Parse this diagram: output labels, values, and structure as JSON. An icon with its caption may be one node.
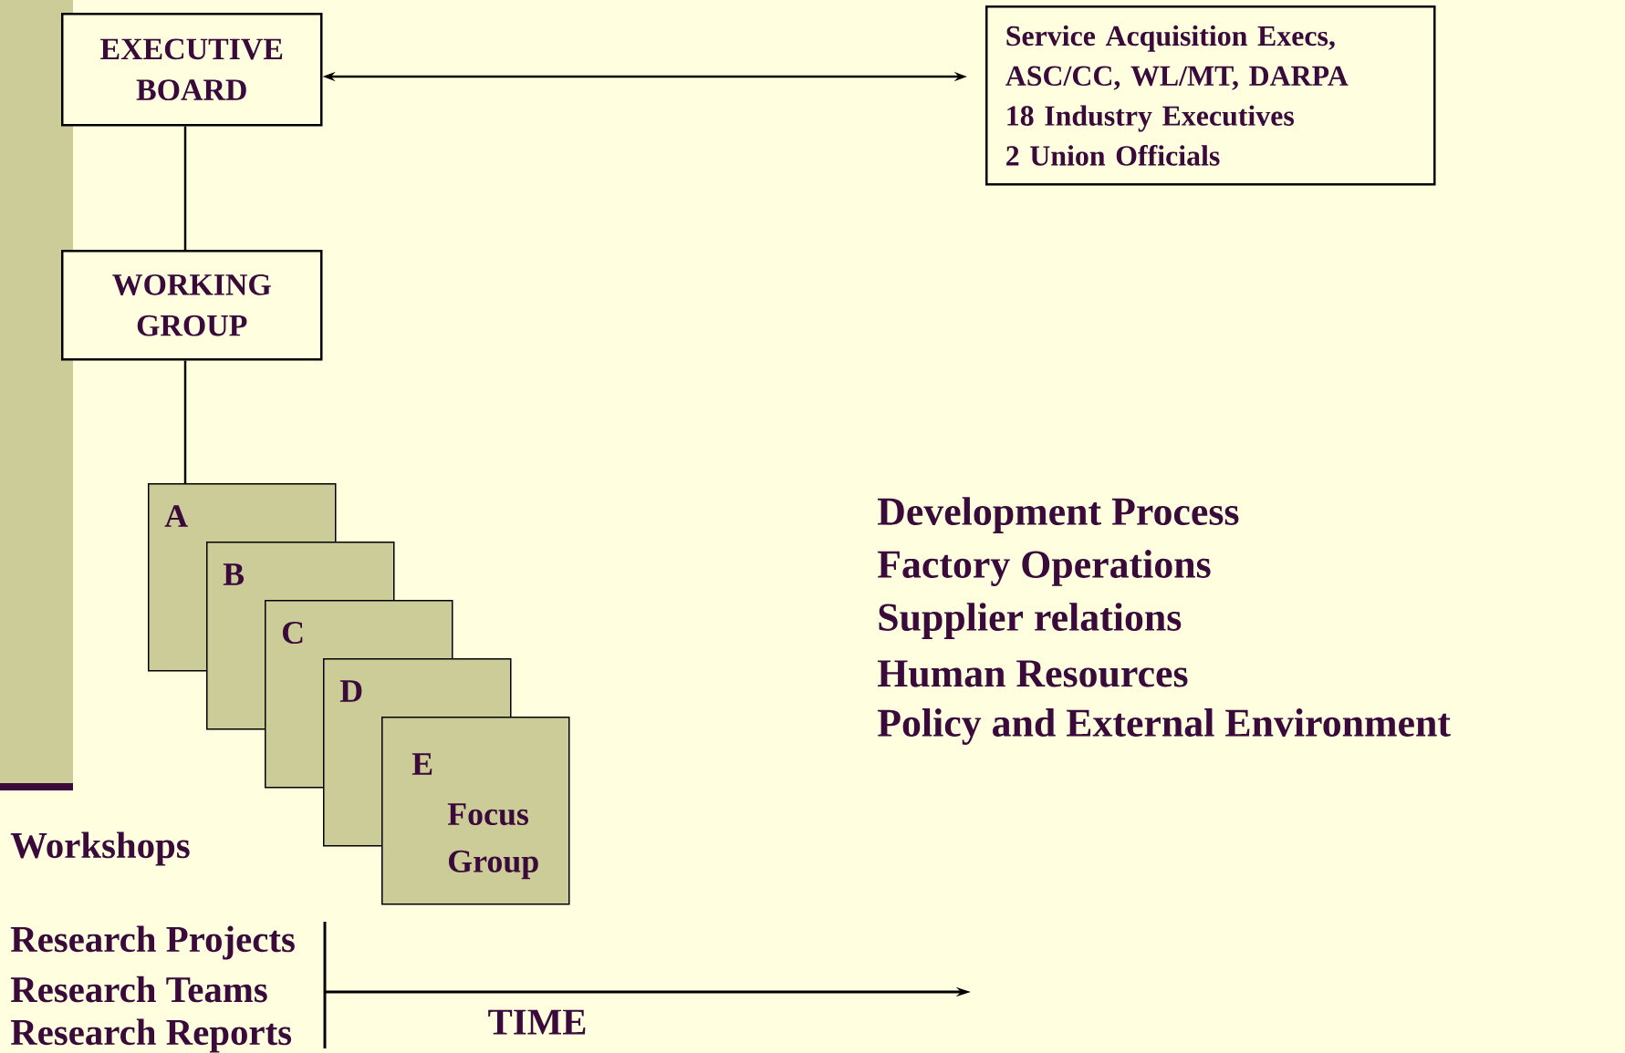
{
  "diagram": {
    "nodes": [
      {
        "text": [
          "EXECUTIVE BOARD"
        ]
      },
      {
        "text": [
          "Service Acquisition Execs, ASC/CC, WL/MT, DARPA",
          "18 Industry Executives",
          "2 Union Officials"
        ]
      },
      {
        "text": [
          "WORKING GROUP"
        ]
      },
      {
        "text": [
          "A"
        ]
      },
      {
        "text": [
          "B"
        ]
      },
      {
        "text": [
          "C"
        ]
      },
      {
        "text": [
          "D"
        ]
      },
      {
        "text": [
          "E",
          "Focus Group"
        ]
      }
    ],
    "edges": [
      {
        "from": 0,
        "to": 1,
        "arrow": "both"
      },
      {
        "from": 0,
        "to": 2,
        "arrow": "none"
      },
      {
        "from": 2,
        "to": 3,
        "arrow": "none"
      }
    ],
    "labels": [
      "Development Process",
      "Factory Operations",
      "Supplier relations",
      "Human Resources",
      "Policy and External Environment",
      "Workshops",
      "Research Projects",
      "Research Teams",
      "Research Reports",
      "TIME"
    ]
  }
}
